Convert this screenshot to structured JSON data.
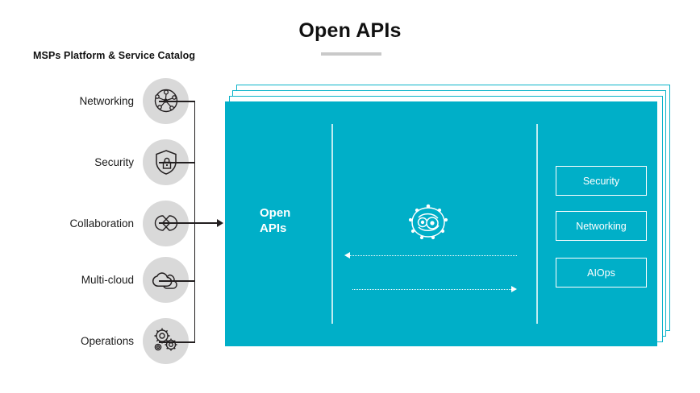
{
  "title": "Open APIs",
  "catalog": {
    "heading": "MSPs Platform & Service Catalog",
    "items": [
      {
        "label": "Networking",
        "icon": "network-nodes-icon"
      },
      {
        "label": "Security",
        "icon": "shield-lock-icon"
      },
      {
        "label": "Collaboration",
        "icon": "overlapping-diamonds-icon"
      },
      {
        "label": "Multi-cloud",
        "icon": "clouds-icon"
      },
      {
        "label": "Operations",
        "icon": "gears-icon"
      }
    ]
  },
  "panel": {
    "label": "Open\nAPIs",
    "label_line1": "Open",
    "label_line2": "APIs",
    "center_icon": "network-topology-icon",
    "flow_top": "arrow-right-dotted",
    "flow_bottom": "arrow-left-dotted",
    "chips": [
      {
        "label": "Security"
      },
      {
        "label": "Networking"
      },
      {
        "label": "AIOps"
      }
    ]
  },
  "colors": {
    "panel": "#00AFC8",
    "panel_outline": "#0bb3c9",
    "circle": "#d9d9d9",
    "line": "#231f20",
    "rule": "#c9c9c9",
    "text": "#1a1a1a"
  }
}
